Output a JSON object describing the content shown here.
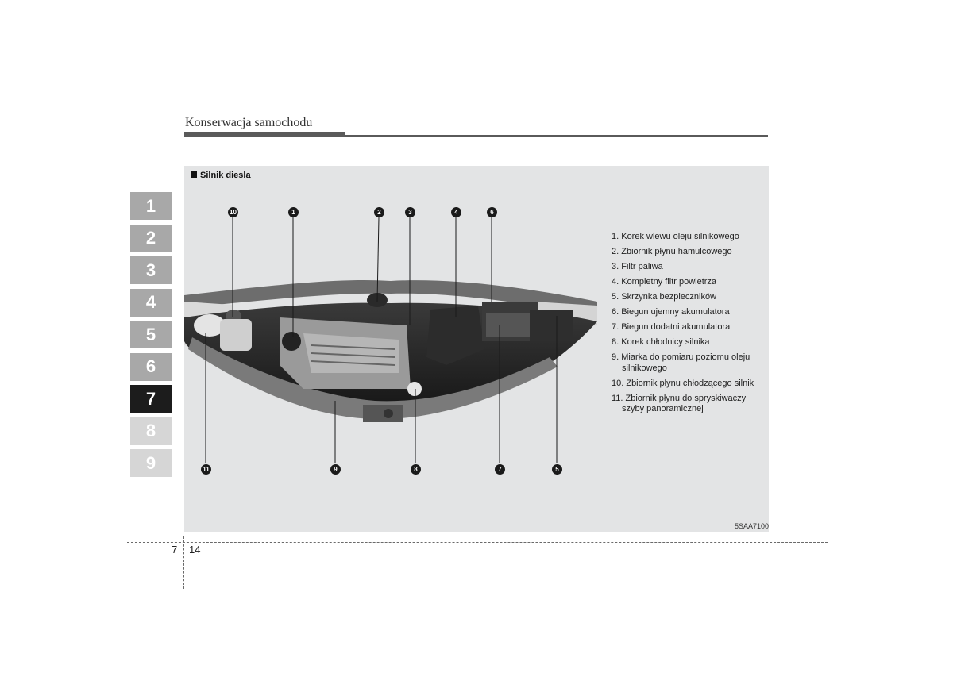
{
  "header": {
    "title": "Konserwacja samochodu"
  },
  "chapter_tabs": [
    "1",
    "2",
    "3",
    "4",
    "5",
    "6",
    "7",
    "8",
    "9"
  ],
  "active_chapter": "7",
  "figure": {
    "heading": "Silnik diesla",
    "code": "5SAA7100",
    "callouts_top": [
      "10",
      "1",
      "2",
      "3",
      "4",
      "6"
    ],
    "callouts_bottom": [
      "11",
      "9",
      "8",
      "7",
      "5"
    ]
  },
  "legend": [
    {
      "line1": "1. Korek wlewu oleju silnikowego"
    },
    {
      "line1": "2. Zbiornik płynu hamulcowego"
    },
    {
      "line1": "3. Filtr paliwa"
    },
    {
      "line1": "4. Kompletny filtr powietrza"
    },
    {
      "line1": "5. Skrzynka bezpieczników"
    },
    {
      "line1": "6. Biegun ujemny akumulatora"
    },
    {
      "line1": "7. Biegun dodatni akumulatora"
    },
    {
      "line1": "8. Korek chłodnicy silnika"
    },
    {
      "line1": "9. Miarka do pomiaru poziomu oleju",
      "line2": "silnikowego"
    },
    {
      "line1": "10. Zbiornik płynu chłodzącego silnik"
    },
    {
      "line1": "11. Zbiornik płynu do spryskiwaczy",
      "line2": "szyby panoramicznej"
    }
  ],
  "footer": {
    "chapter": "7",
    "page": "14"
  }
}
